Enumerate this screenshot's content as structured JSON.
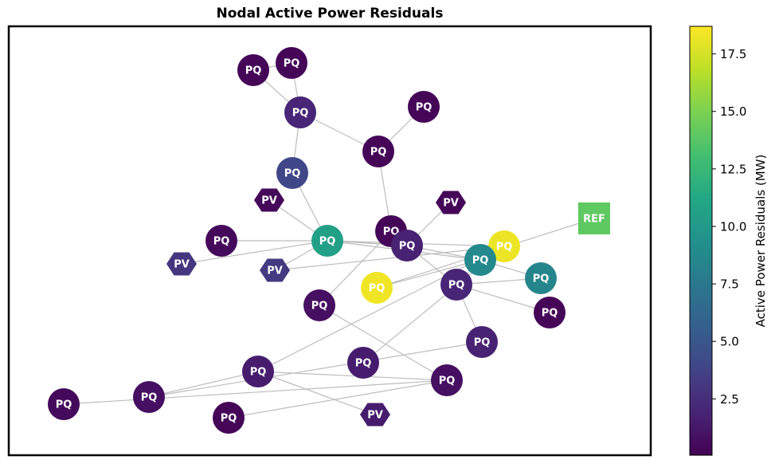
{
  "chart_data": {
    "type": "network",
    "title": "Nodal Active Power Residuals",
    "colorbar": {
      "label": "Active Power Residuals (MW)",
      "colormap": "viridis",
      "vmin": 0.05,
      "vmax": 18.7,
      "ticks": [
        "2.5",
        "5.0",
        "7.5",
        "10.0",
        "12.5",
        "15.0",
        "17.5"
      ],
      "tick_values": [
        2.5,
        5.0,
        7.5,
        10.0,
        12.5,
        15.0,
        17.5
      ]
    },
    "node_shapes": {
      "PQ": "circle",
      "PV": "hexagon",
      "REF": "square"
    },
    "nodes": [
      {
        "label": "PQ",
        "value": 0.3
      },
      {
        "label": "PQ",
        "value": 0.3
      },
      {
        "label": "PQ",
        "value": 2.0
      },
      {
        "label": "PQ",
        "value": 0.3
      },
      {
        "label": "PQ",
        "value": 0.3
      },
      {
        "label": "PQ",
        "value": 4.0
      },
      {
        "label": "PV",
        "value": 0.4
      },
      {
        "label": "PV",
        "value": 0.3
      },
      {
        "label": "REF",
        "value": 14.0
      },
      {
        "label": "PQ",
        "value": 0.3
      },
      {
        "label": "PQ",
        "value": 10.5
      },
      {
        "label": "PQ",
        "value": 0.5
      },
      {
        "label": "PQ",
        "value": 1.8
      },
      {
        "label": "PQ",
        "value": 18.2
      },
      {
        "label": "PV",
        "value": 3.0
      },
      {
        "label": "PV",
        "value": 3.2
      },
      {
        "label": "PQ",
        "value": 8.8
      },
      {
        "label": "PQ",
        "value": 18.3
      },
      {
        "label": "PQ",
        "value": 2.0
      },
      {
        "label": "PQ",
        "value": 8.5
      },
      {
        "label": "PQ",
        "value": 0.3
      },
      {
        "label": "PQ",
        "value": 0.8
      },
      {
        "label": "PQ",
        "value": 1.8
      },
      {
        "label": "PQ",
        "value": 1.5
      },
      {
        "label": "PQ",
        "value": 1.5
      },
      {
        "label": "PQ",
        "value": 0.8
      },
      {
        "label": "PQ",
        "value": 0.8
      },
      {
        "label": "PQ",
        "value": 0.5
      },
      {
        "label": "PQ",
        "value": 0.3
      },
      {
        "label": "PV",
        "value": 1.5
      }
    ],
    "edges": [
      [
        0,
        1
      ],
      [
        1,
        2
      ],
      [
        0,
        2
      ],
      [
        2,
        4
      ],
      [
        3,
        4
      ],
      [
        2,
        5
      ],
      [
        4,
        9
      ],
      [
        5,
        10
      ],
      [
        6,
        10
      ],
      [
        10,
        11
      ],
      [
        10,
        14
      ],
      [
        10,
        15
      ],
      [
        10,
        12
      ],
      [
        10,
        13
      ],
      [
        10,
        16
      ],
      [
        12,
        9
      ],
      [
        12,
        7
      ],
      [
        12,
        16
      ],
      [
        12,
        18
      ],
      [
        16,
        17
      ],
      [
        16,
        13
      ],
      [
        16,
        18
      ],
      [
        16,
        19
      ],
      [
        17,
        8
      ],
      [
        18,
        19
      ],
      [
        18,
        20
      ],
      [
        18,
        22
      ],
      [
        22,
        26
      ],
      [
        9,
        21
      ],
      [
        13,
        15
      ],
      [
        13,
        24
      ],
      [
        13,
        23
      ],
      [
        21,
        25
      ],
      [
        25,
        27
      ],
      [
        25,
        28
      ],
      [
        25,
        24
      ],
      [
        24,
        29
      ],
      [
        24,
        26
      ]
    ]
  }
}
